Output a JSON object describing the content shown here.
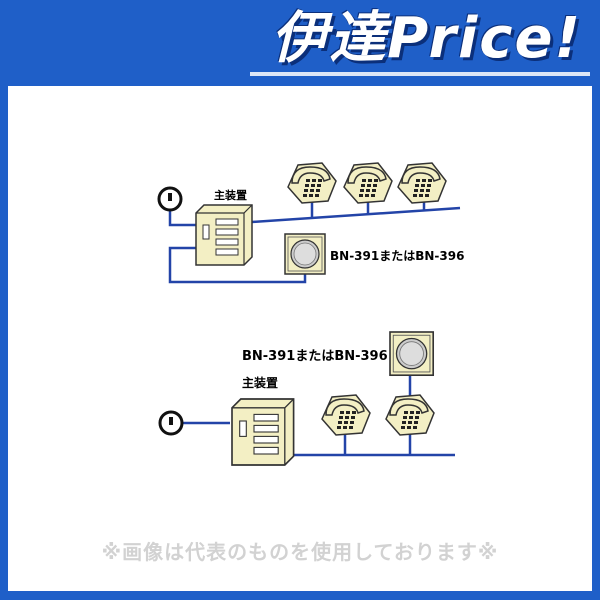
{
  "banner": {
    "title": "伊達Price!"
  },
  "diagram_top": {
    "main_unit_label": "主装置",
    "speaker_label": "BN-391またはBN-396"
  },
  "diagram_bottom": {
    "main_unit_label": "主装置",
    "speaker_label": "BN-391またはBN-396"
  },
  "footer": {
    "disclaimer": "※画像は代表のものを使用しております※"
  },
  "colors": {
    "banner_blue": "#1f5fc8",
    "line_blue": "#2344a8",
    "device_fill": "#f3efc4",
    "device_stroke": "#333333"
  }
}
